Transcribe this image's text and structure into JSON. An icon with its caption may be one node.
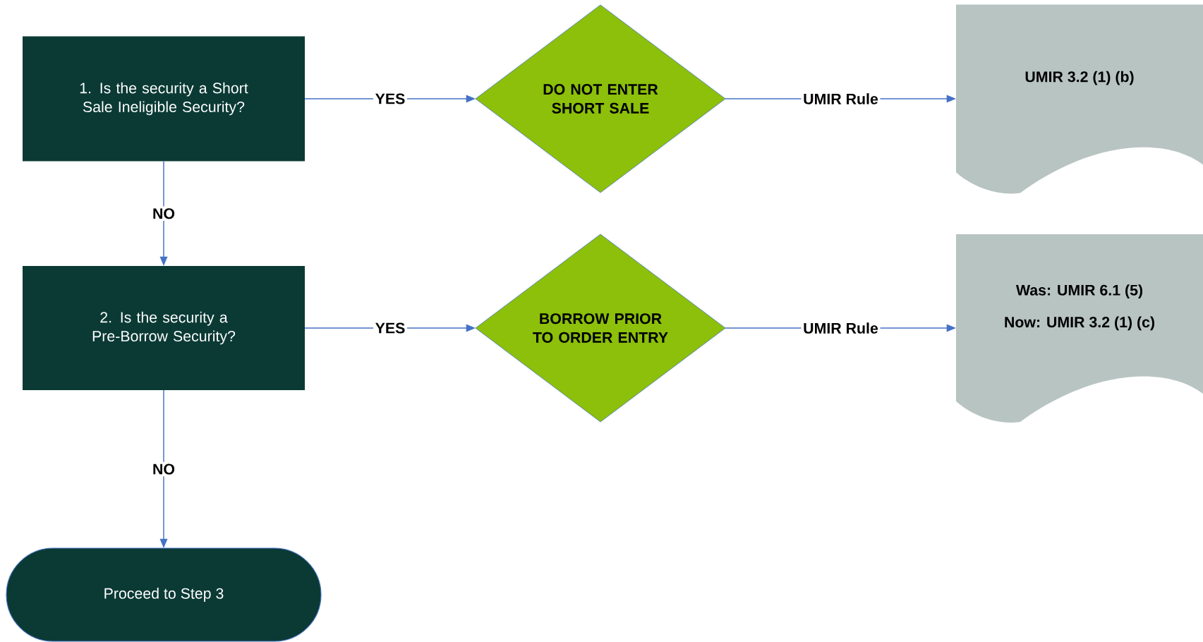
{
  "diagram": {
    "nodes": [
      {
        "text": [
          "1. Is the security a Short Sale Ineligible Security?"
        ]
      },
      {
        "text": [
          "DO NOT ENTER SHORT SALE"
        ]
      },
      {
        "text": [
          "UMIR 3.2 (1) (b)"
        ]
      },
      {
        "text": [
          "2. Is the security a Pre-Borrow Security?"
        ]
      },
      {
        "text": [
          "BORROW PRIOR TO ORDER ENTRY"
        ]
      },
      {
        "text": [
          "Was: UMIR 6.1 (5)",
          "Now: UMIR 3.2 (1) (c)"
        ]
      },
      {
        "text": [
          "Proceed to Step 3"
        ]
      }
    ],
    "edges": [
      {
        "from": 0,
        "to": 1,
        "arrow": "to",
        "label": "YES"
      },
      {
        "from": 1,
        "to": 2,
        "arrow": "to",
        "label": "UMIR Rule"
      },
      {
        "from": 0,
        "to": 3,
        "arrow": "to",
        "label": "NO"
      },
      {
        "from": 3,
        "to": 4,
        "arrow": "to",
        "label": "YES"
      },
      {
        "from": 4,
        "to": 5,
        "arrow": "to",
        "label": "UMIR Rule"
      },
      {
        "from": 3,
        "to": 6,
        "arrow": "to",
        "label": "NO"
      }
    ]
  }
}
